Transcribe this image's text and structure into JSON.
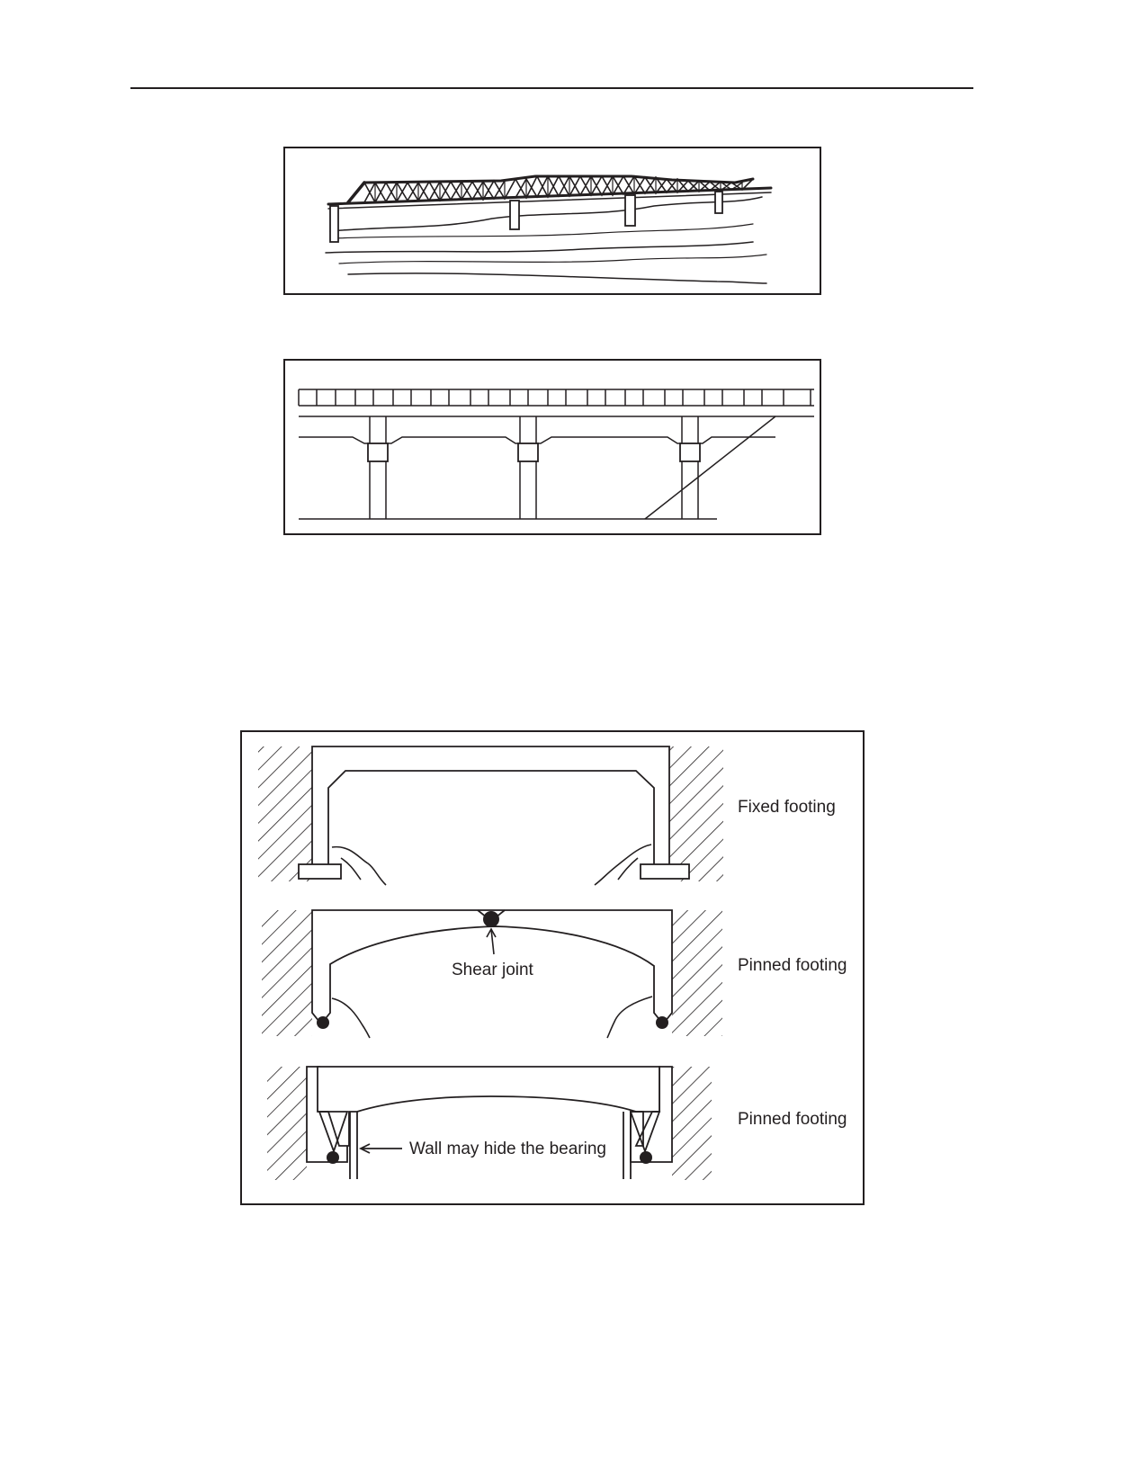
{
  "figure_truss_bridge": {},
  "figure_girder_bridge": {},
  "figure_footings": {
    "rows": [
      {
        "footing_label": "Fixed footing"
      },
      {
        "footing_label": "Pinned footing",
        "callout": "Shear joint"
      },
      {
        "footing_label": "Pinned footing",
        "callout": "Wall may hide the bearing"
      }
    ]
  }
}
